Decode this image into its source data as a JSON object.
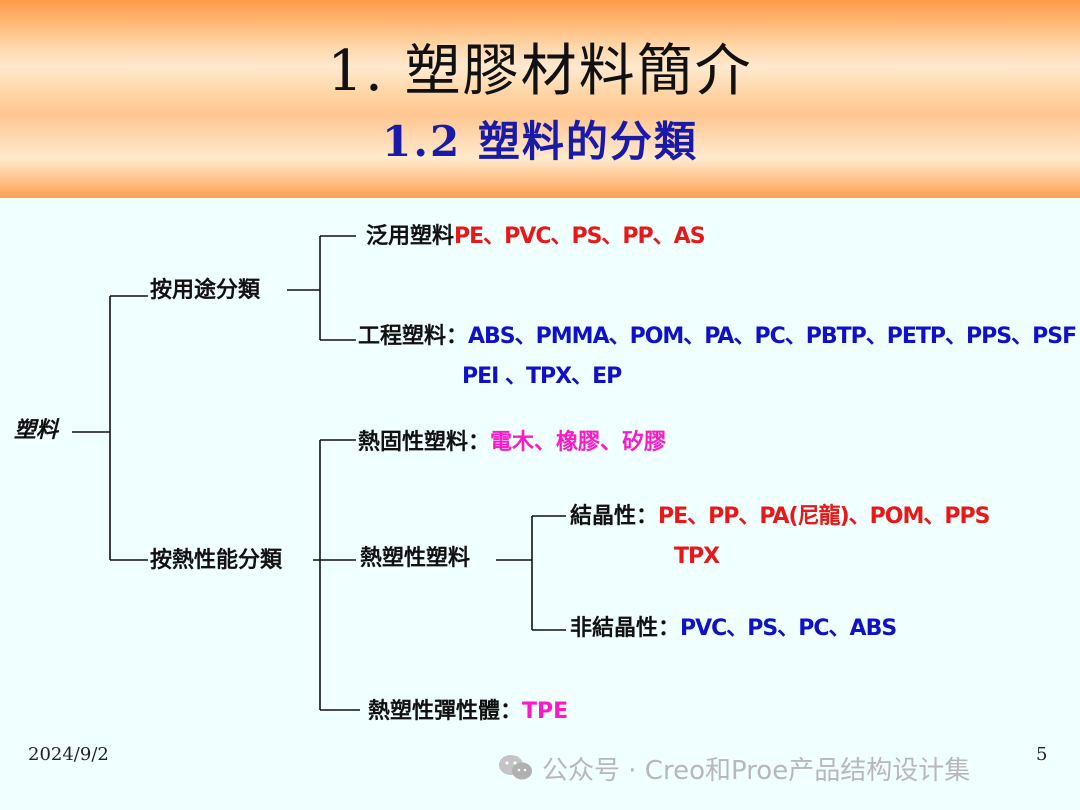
{
  "header": {
    "title": "1.  塑膠材料簡介",
    "subtitle": "1.2   塑料的分類"
  },
  "tree": {
    "root": "塑料",
    "by_use": {
      "label": "按用途分類",
      "general": {
        "label": "泛用塑料",
        "values": "PE、PVC、PS、PP、AS"
      },
      "engineering": {
        "label": "工程塑料：",
        "values_line1": "ABS、PMMA、POM、PA、PC、PBTP、PETP、PPS、PSF",
        "values_line2": "PEI 、TPX、EP"
      }
    },
    "by_thermal": {
      "label": "按熱性能分類",
      "thermoset": {
        "label": "熱固性塑料：",
        "values": "電木、橡膠、矽膠"
      },
      "thermoplastic": {
        "label": "熱塑性塑料",
        "crystalline": {
          "label": "結晶性：",
          "values_line1": "PE、PP、PA(尼龍)、POM、PPS",
          "values_line2": "TPX"
        },
        "amorphous": {
          "label": "非結晶性：",
          "values": "PVC、PS、PC、ABS"
        }
      },
      "elastomer": {
        "label": "熱塑性彈性體：",
        "values": "TPE"
      }
    }
  },
  "footer": {
    "date": "2024/9/2",
    "page": "5",
    "watermark": "公众号 · Creo和Proe产品结构设计集"
  },
  "colors": {
    "general_values": "#e81818",
    "engineering_values": "#1010c8",
    "thermoset_values": "#ff18c8",
    "crystalline_values": "#e81818",
    "amorphous_values": "#1010c8",
    "elastomer_values": "#ff18c8"
  },
  "icons": {
    "watermark_logo": "wechat-icon"
  }
}
